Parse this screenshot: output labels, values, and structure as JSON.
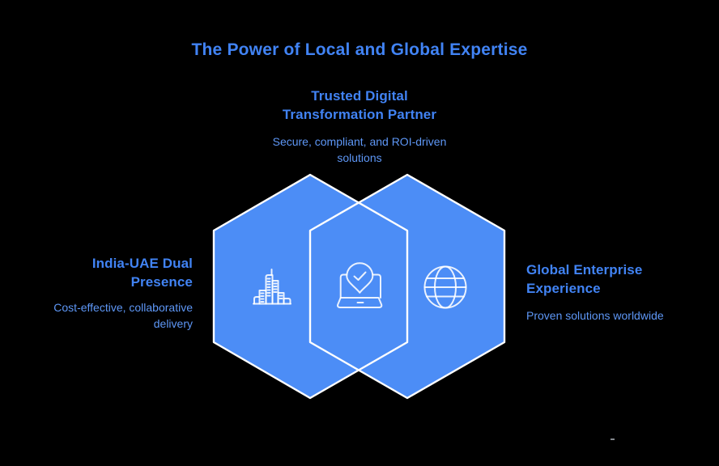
{
  "theme": {
    "background": "#000000",
    "hexagon_fill": "#4C8DF6",
    "hexagon_stroke": "#FFFFFF",
    "icon_stroke": "rgba(255,255,255,0.88)",
    "heading_color": "#4183F4",
    "subtitle_color": "#5E97F6",
    "artifact_dash_color": "#9aa0a6"
  },
  "title": "The Power of Local and Global Expertise",
  "sections": {
    "top": {
      "heading_lines": [
        "Trusted Digital",
        "Transformation Partner"
      ],
      "subtitle_lines": [
        "Secure, compliant, and ROI-driven",
        "solutions"
      ]
    },
    "left": {
      "heading_lines": [
        "India-UAE Dual",
        "Presence"
      ],
      "subtitle_lines": [
        "Cost-effective, collaborative",
        "delivery"
      ]
    },
    "right": {
      "heading_lines": [
        "Global Enterprise",
        "Experience"
      ],
      "subtitle_lines": [
        "Proven solutions worldwide"
      ]
    }
  },
  "icons": {
    "left": "city-buildings-icon",
    "center": "laptop-location-pin-icon",
    "right": "globe-icon"
  }
}
